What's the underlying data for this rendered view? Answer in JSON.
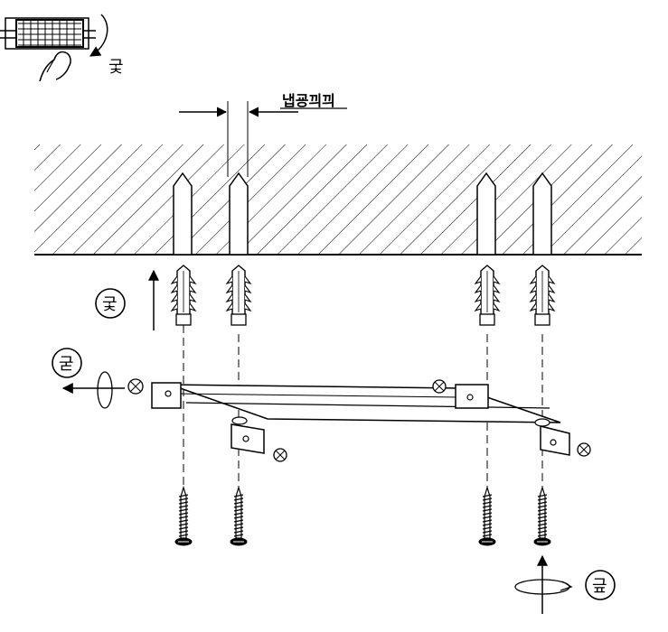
{
  "labels": {
    "gap_dimension": "냅굥끠끠",
    "step_remove_screw": "굳",
    "step_insert_anchor": "궃",
    "step_tighten_screw": "긒",
    "step_detail_turn": "궃"
  },
  "colors": {
    "ink": "#000000",
    "paper": "#ffffff",
    "hatch_bg": "#ffffff"
  }
}
